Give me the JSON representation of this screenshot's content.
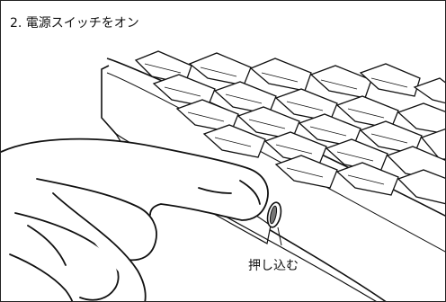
{
  "instruction": {
    "title": "2. 電源スイッチをオン",
    "callout": "押し込む"
  },
  "illustration": {
    "subject": "keyboard-side-power-switch",
    "action": "finger-pressing-switch",
    "line_color": "#111111",
    "key_face_color": "#ffffff"
  }
}
